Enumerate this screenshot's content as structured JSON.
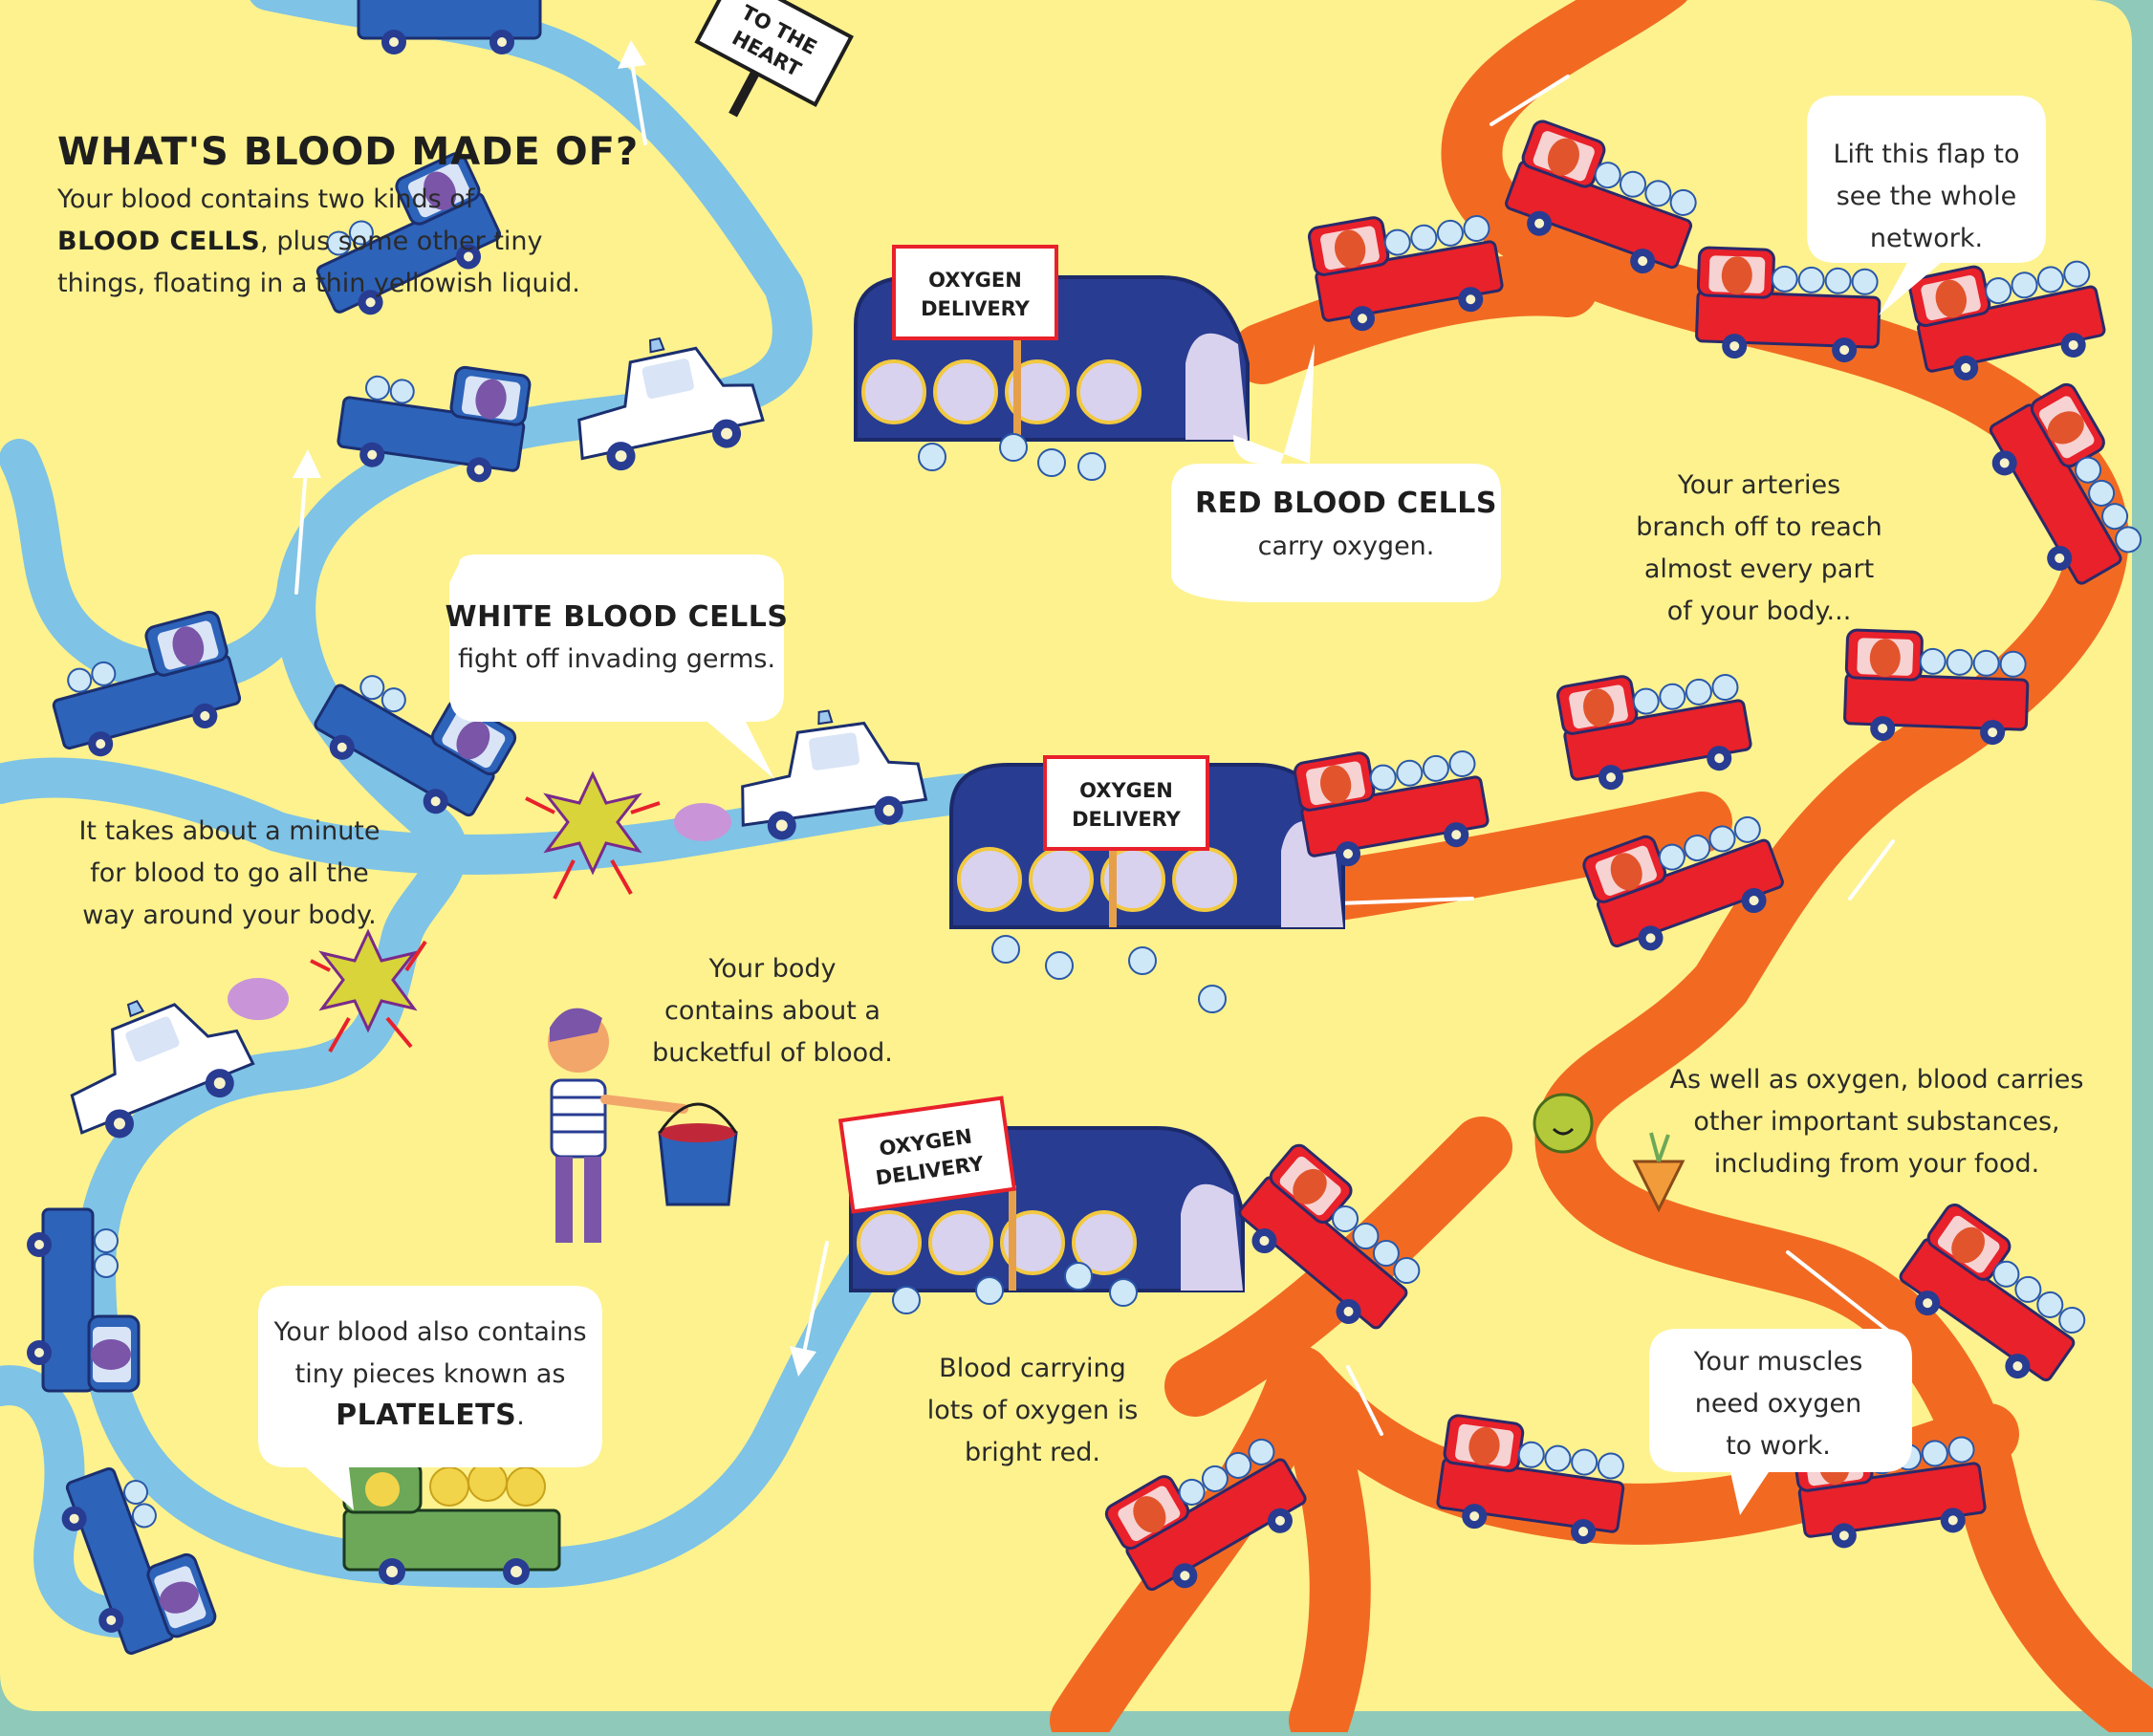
{
  "title": "WHAT'S BLOOD MADE OF?",
  "intro": {
    "line1": "Your blood contains two kinds of",
    "bold": "BLOOD CELLS",
    "line2_rest": ", plus some other tiny",
    "line3": "things, floating in a thin yellowish liquid."
  },
  "sign_to_heart": {
    "line1": "TO THE",
    "line2": "HEART"
  },
  "oxygen_delivery": {
    "line1": "OXYGEN",
    "line2": "DELIVERY"
  },
  "bubbles": {
    "red_cells": {
      "bold": "RED BLOOD CELLS",
      "text": "carry oxygen."
    },
    "white_cells": {
      "bold": "WHITE BLOOD CELLS",
      "text": "fight off invading germs."
    },
    "platelets": {
      "line1": "Your blood also contains",
      "line2": "tiny pieces known as",
      "bold": "PLATELETS",
      "period": "."
    },
    "flap": {
      "line1": "Lift this flap to",
      "line2": "see the whole",
      "line3": "network."
    },
    "muscles": {
      "line1": "Your muscles",
      "line2": "need oxygen",
      "line3": "to work."
    }
  },
  "notes": {
    "minute": [
      "It takes about a minute",
      "for blood to go all the",
      "way around your body."
    ],
    "bucket": [
      "Your body",
      "contains about a",
      "bucketful of blood."
    ],
    "arteries": [
      "Your arteries",
      "branch off to reach",
      "almost every part",
      "of your body..."
    ],
    "substances": [
      "As well as oxygen, blood carries",
      "other important substances,",
      "including from your food."
    ],
    "bright_red": [
      "Blood carrying",
      "lots of oxygen is",
      "bright red."
    ]
  },
  "colors": {
    "background": "#fdf28e",
    "vein": "#7fc3e6",
    "artery": "#f26a22",
    "tunnel": "#283c92",
    "red_truck": "#e8212b",
    "blue_truck": "#2d63b9",
    "green_truck": "#6da858",
    "board": "#8fc9b9"
  }
}
